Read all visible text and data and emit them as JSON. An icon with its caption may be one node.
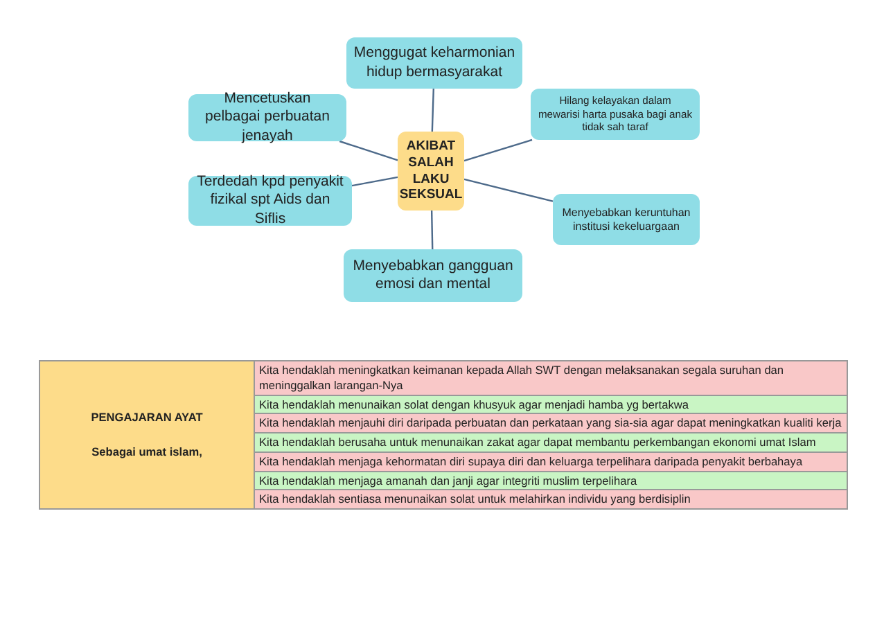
{
  "diagram": {
    "nodes": [
      {
        "text": [
          "Menggugat keharmonian hidup bermasyarakat"
        ]
      },
      {
        "text": [
          "Mencetuskan pelbagai perbuatan jenayah"
        ]
      },
      {
        "text": [
          "Hilang kelayakan dalam mewarisi harta pusaka bagi anak tidak sah taraf"
        ]
      },
      {
        "text": [
          "AKIBAT SALAH LAKU SEKSUAL"
        ]
      },
      {
        "text": [
          "Terdedah kpd penyakit fizikal spt Aids dan Siflis"
        ]
      },
      {
        "text": [
          "Menyebabkan keruntuhan institusi kekeluargaan"
        ]
      },
      {
        "text": [
          "Menyebabkan gangguan emosi dan mental"
        ]
      }
    ],
    "edges": [
      {
        "from": 3,
        "to": 0,
        "arrow": "none"
      },
      {
        "from": 3,
        "to": 1,
        "arrow": "none"
      },
      {
        "from": 3,
        "to": 2,
        "arrow": "none"
      },
      {
        "from": 3,
        "to": 4,
        "arrow": "none"
      },
      {
        "from": 3,
        "to": 5,
        "arrow": "none"
      },
      {
        "from": 3,
        "to": 6,
        "arrow": "none"
      }
    ],
    "labels": [
      "PENGAJARAN AYAT",
      "Sebagai umat islam,",
      "Kita hendaklah meningkatkan keimanan kepada Allah SWT dengan melaksanakan segala suruhan dan meninggalkan larangan-Nya",
      "Kita hendaklah menunaikan solat dengan khusyuk agar menjadi hamba yg bertakwa",
      "Kita hendaklah menjauhi diri daripada perbuatan dan perkataan yang sia-sia agar dapat meningkatkan kualiti kerja",
      "Kita hendaklah berusaha untuk menunaikan zakat agar dapat membantu perkembangan ekonomi umat Islam",
      "Kita hendaklah menjaga kehormatan diri supaya diri dan keluarga terpelihara daripada penyakit berbahaya",
      "Kita hendaklah menjaga amanah dan janji agar integriti muslim terpelihara",
      "Kita hendaklah sentiasa menunaikan solat untuk melahirkan individu yang berdisiplin"
    ]
  }
}
